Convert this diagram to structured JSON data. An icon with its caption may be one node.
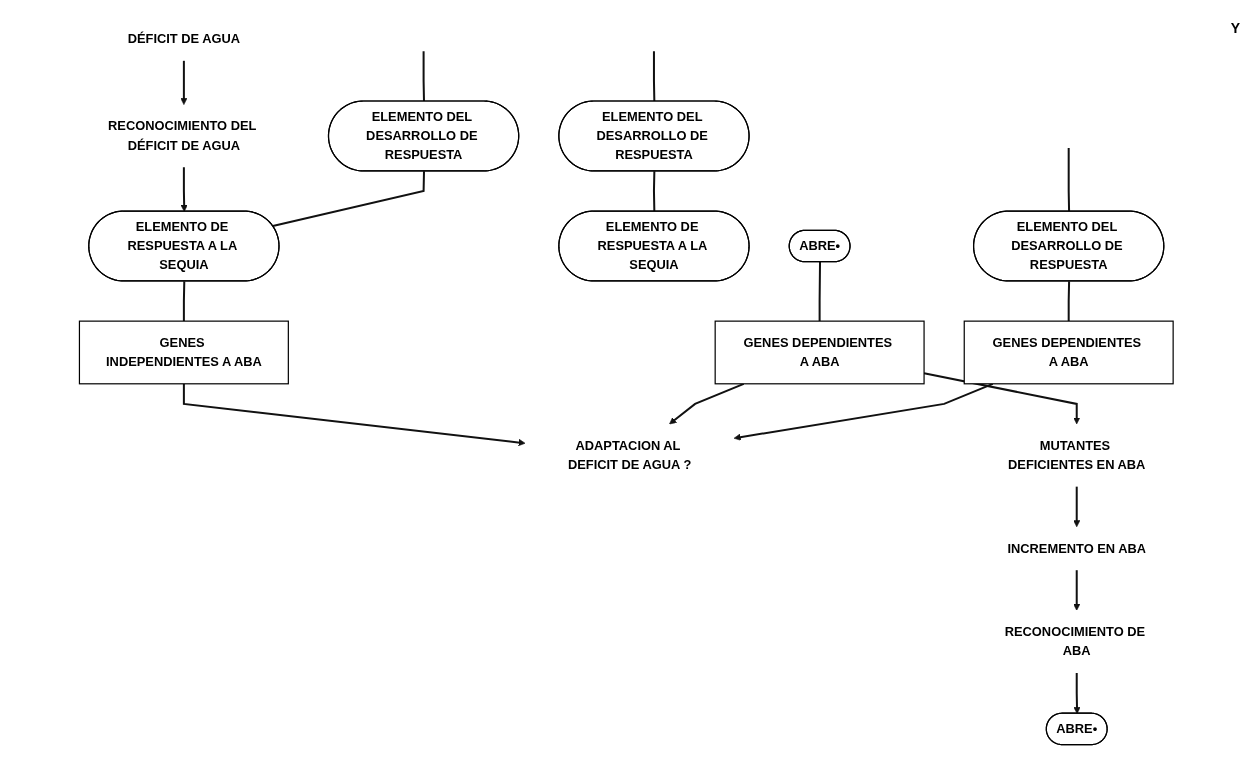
{
  "diagram": {
    "nodes": [
      {
        "text": [
          "DÉFICIT DE AGUA"
        ]
      },
      {
        "text": [
          "RECONOCIMIENTO DEL DÉFICIT DE AGUA"
        ]
      },
      {
        "text": [
          "ELEMENTO DEL DESARROLLO DE RESPUESTA"
        ]
      },
      {
        "text": [
          "ELEMENTO DE RESPUESTA A LA SEQUIA"
        ]
      },
      {
        "text": [
          "GENES INDEPENDIENTES A ABA"
        ]
      },
      {
        "text": [
          "ADAPTACION AL DEFICIT DE AGUA ?"
        ]
      },
      {
        "text": [
          "ELEMENTO DEL DESARROLLO DE RESPUESTA"
        ]
      },
      {
        "text": [
          "ELEMENTO DE RESPUESTA A LA SEQUIA"
        ]
      },
      {
        "text": [
          "ABRE•"
        ]
      },
      {
        "text": [
          "GENES DEPENDIENTES A ABA"
        ]
      },
      {
        "text": [
          "MUTANTES DEFICIENTES EN ABA"
        ]
      },
      {
        "text": [
          "INCREMENTO EN ABA"
        ]
      },
      {
        "text": [
          "RECONOCIMIENTO DE ABA"
        ]
      },
      {
        "text": [
          "ELEMENTO DEL DESARROLLO DE RESPUESTA"
        ]
      },
      {
        "text": [
          "ABRE•"
        ]
      },
      {
        "text": [
          "GENES DEPENDIENTES A ABA"
        ]
      }
    ],
    "edges": [
      {
        "from": 0,
        "to": 1,
        "arrow": "to"
      },
      {
        "from": 1,
        "to": 3,
        "arrow": "to"
      },
      {
        "from": null,
        "to": 2,
        "arrow": "none"
      },
      {
        "from": 2,
        "to": 3,
        "arrow": "none"
      },
      {
        "from": 3,
        "to": 4,
        "arrow": "none"
      },
      {
        "from": 4,
        "to": 5,
        "arrow": "to"
      },
      {
        "from": null,
        "to": 6,
        "arrow": "none"
      },
      {
        "from": 6,
        "to": 7,
        "arrow": "none"
      },
      {
        "from": 8,
        "to": 9,
        "arrow": "none"
      },
      {
        "from": 9,
        "to": 5,
        "arrow": "to"
      },
      {
        "from": 9,
        "to": 10,
        "arrow": "to"
      },
      {
        "from": 10,
        "to": 11,
        "arrow": "to"
      },
      {
        "from": 11,
        "to": 12,
        "arrow": "to"
      },
      {
        "from": 12,
        "to": 14,
        "arrow": "to"
      },
      {
        "from": null,
        "to": 13,
        "arrow": "none"
      },
      {
        "from": 13,
        "to": 15,
        "arrow": "none"
      },
      {
        "from": 15,
        "to": 5,
        "arrow": "to"
      }
    ],
    "labels": [
      "Y"
    ]
  }
}
